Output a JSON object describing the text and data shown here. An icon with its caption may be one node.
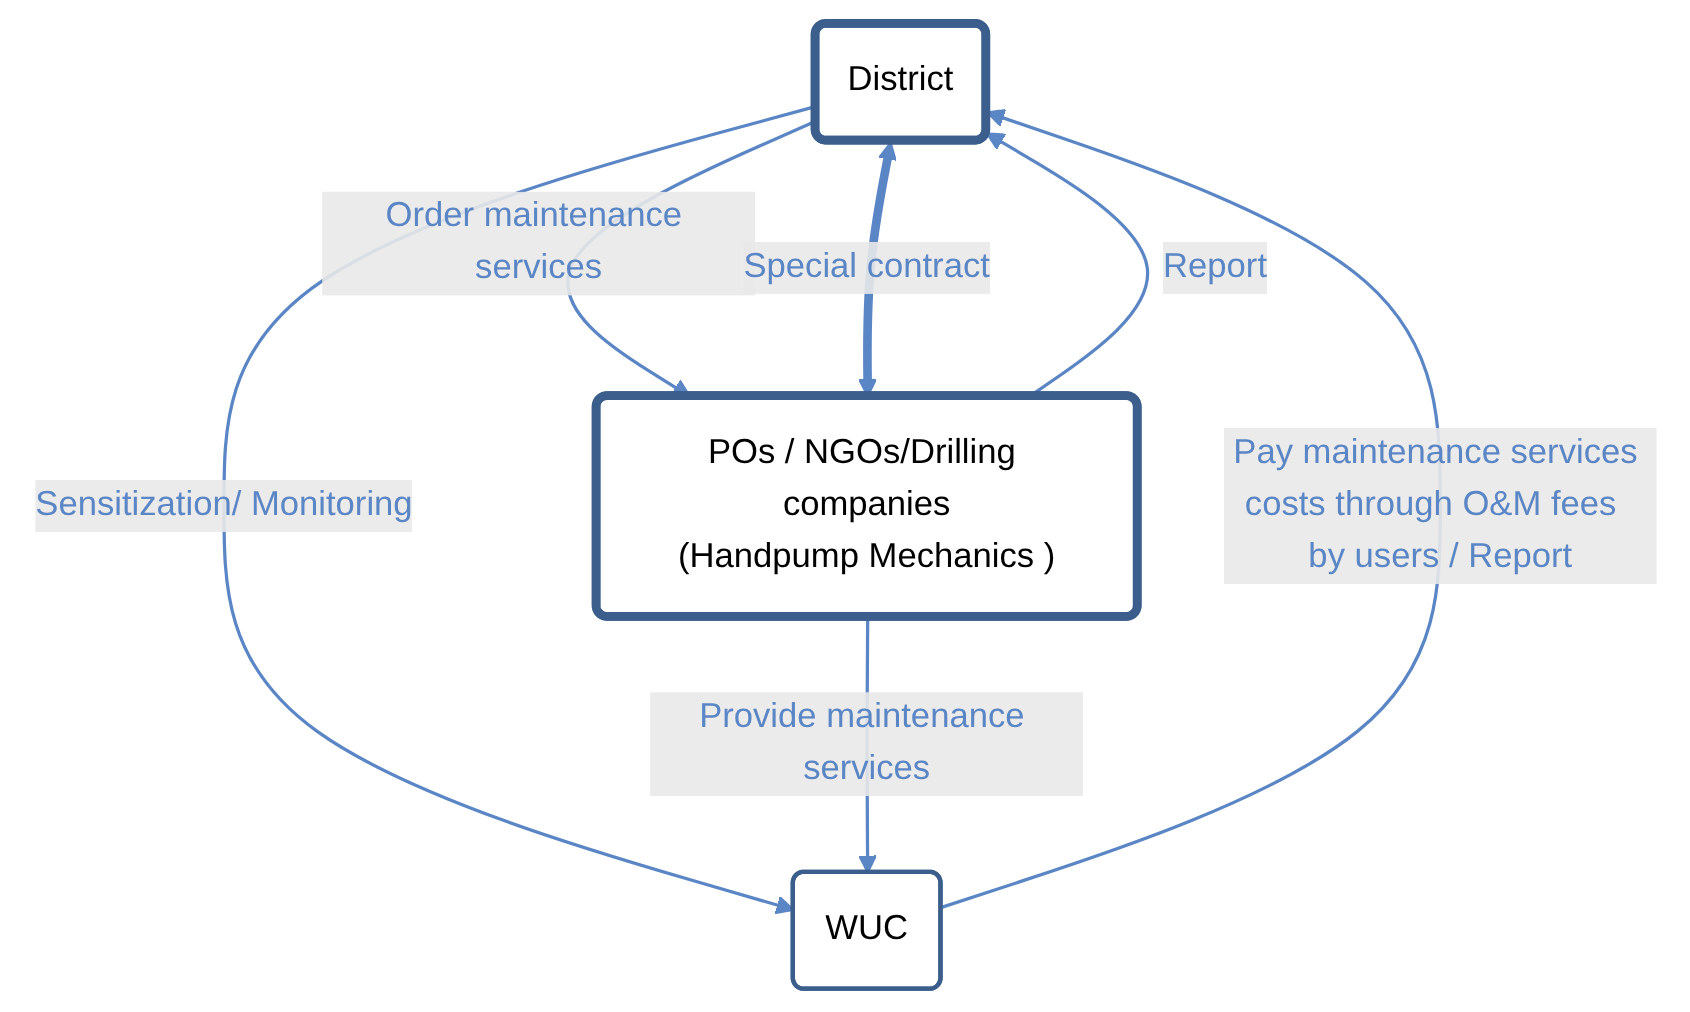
{
  "diagram": {
    "nodes": [
      {
        "text": [
          "District"
        ]
      },
      {
        "text": [
          "POs / NGOs/Drilling companies",
          "(Handpump Mechanics )"
        ]
      },
      {
        "text": [
          "WUC"
        ]
      }
    ],
    "edges": [
      {
        "from": 2,
        "to": 0,
        "arrow": "to",
        "label": "Pay maintenance services costs through O&M fees  by users / Report"
      },
      {
        "from": 0,
        "to": 2,
        "arrow": "to",
        "label": "Sensitization/ Monitoring"
      },
      {
        "from": 0,
        "to": 1,
        "arrow": "to",
        "label": "Order maintenance services"
      },
      {
        "from": 1,
        "to": 0,
        "arrow": "to",
        "label": "Report"
      },
      {
        "from": 0,
        "to": 1,
        "arrow": "both",
        "label": "Special contract",
        "style": "thick"
      },
      {
        "from": 1,
        "to": 2,
        "arrow": "to",
        "label": "Provide maintenance services"
      }
    ]
  }
}
